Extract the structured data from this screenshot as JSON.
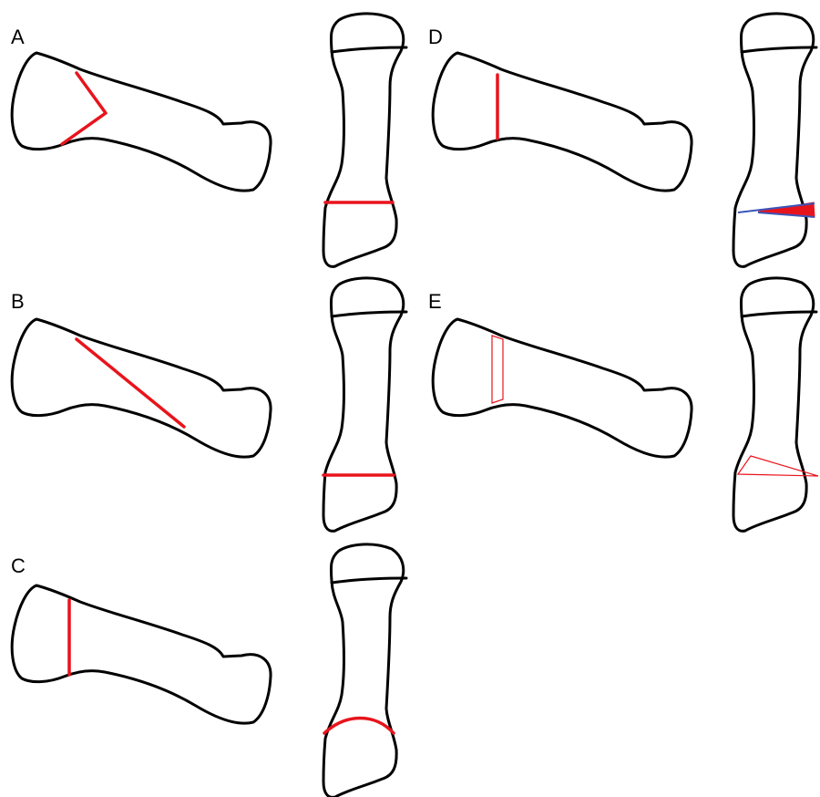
{
  "panels": [
    {
      "label": "A"
    },
    {
      "label": "B"
    },
    {
      "label": "C"
    },
    {
      "label": "D"
    },
    {
      "label": "E"
    }
  ],
  "colors": {
    "bone_outline": "#000000",
    "osteotomy": "#e8141c",
    "blue_line": "#3a55b8",
    "background": "#ffffff"
  }
}
